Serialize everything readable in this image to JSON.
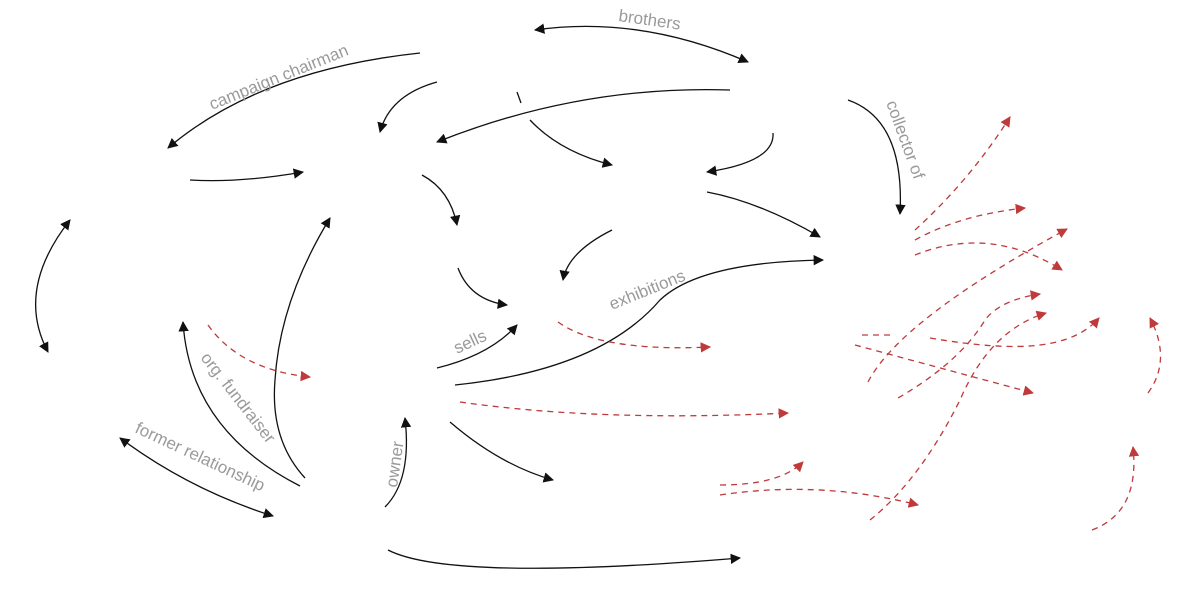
{
  "colors": {
    "relation": "#111111",
    "dashed_relation": "#c0393b",
    "label": "#9a9a9a"
  },
  "labels": {
    "brothers": "brothers",
    "campaign_chairman": "campaign chairman",
    "collector_of": "collector of",
    "exhibitions": "exhibitions",
    "sells": "sells",
    "org_fundraiser": "org. fundraiser",
    "former_relationship": "former relationship",
    "owner": "owner"
  }
}
